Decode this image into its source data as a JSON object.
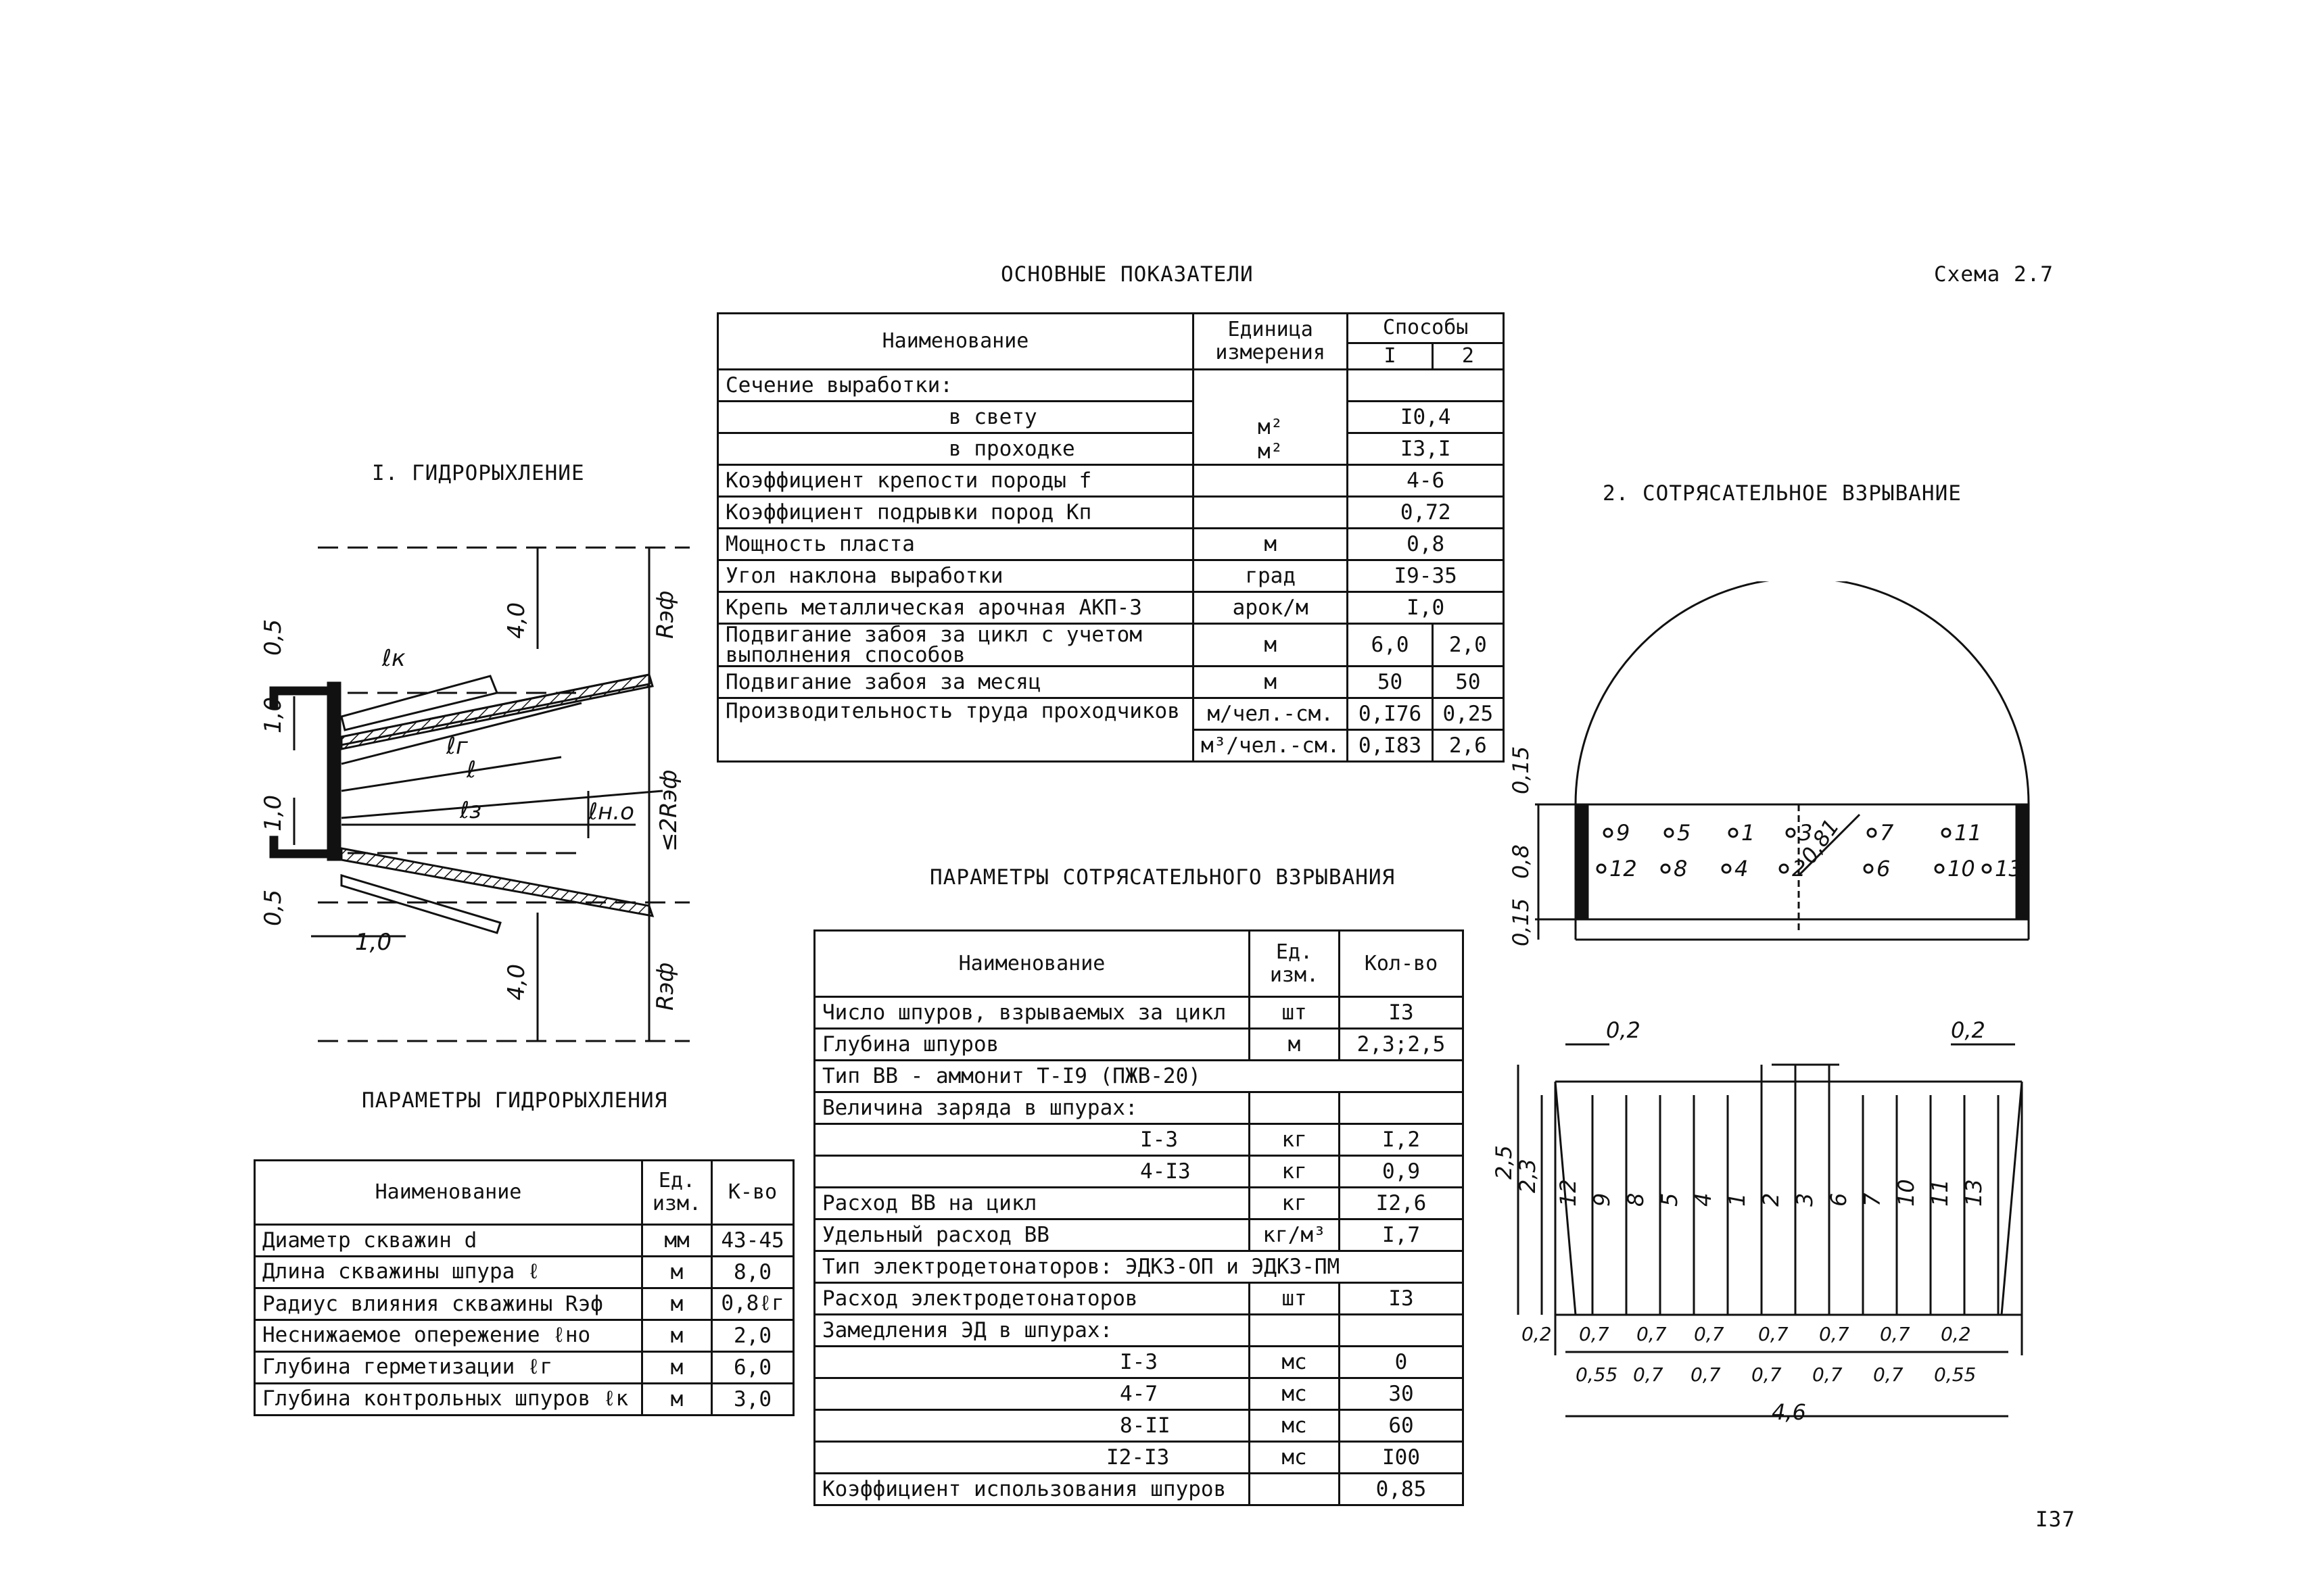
{
  "page": {
    "scheme_label": "Схема 2.7",
    "page_number": "I37"
  },
  "main_table": {
    "title": "ОСНОВНЫЕ ПОКАЗАТЕЛИ",
    "headers": {
      "name": "Наименование",
      "unit": "Единица измерения",
      "methods": "Способы",
      "m1": "I",
      "m2": "2"
    },
    "rows": [
      {
        "name": "Сечение выработки:",
        "unit": "",
        "v1": "",
        "v2": ""
      },
      {
        "name": "в свету",
        "unit": "м²",
        "v1": "I0,4",
        "v2": ""
      },
      {
        "name": "в проходке",
        "unit": "м²",
        "v1": "I3,I",
        "v2": ""
      },
      {
        "name": "Коэффициент крепости породы f",
        "unit": "",
        "v1": "4-6",
        "v2": ""
      },
      {
        "name": "Коэффициент подрывки пород Kп",
        "unit": "",
        "v1": "0,72",
        "v2": ""
      },
      {
        "name": "Мощность пласта",
        "unit": "м",
        "v1": "0,8",
        "v2": ""
      },
      {
        "name": "Угол наклона выработки",
        "unit": "град",
        "v1": "I9-35",
        "v2": ""
      },
      {
        "name": "Крепь металлическая арочная АКП-3",
        "unit": "арок/м",
        "v1": "I,0",
        "v2": ""
      },
      {
        "name": "Подвигание забоя за цикл с учетом",
        "name2": "выполнения способов",
        "unit": "м",
        "v1": "6,0",
        "v2": "2,0"
      },
      {
        "name": "Подвигание забоя за месяц",
        "unit": "м",
        "v1": "50",
        "v2": "50"
      },
      {
        "name": "Производительность труда проходчиков",
        "unit": "м/чел.-см.",
        "v1": "0,I76",
        "v2": "0,25"
      },
      {
        "name": "",
        "unit": "м³/чел.-см.",
        "v1": "0,I83",
        "v2": "2,6"
      }
    ]
  },
  "hydro": {
    "title": "I. ГИДРОРЫХЛЕНИЕ",
    "labels": {
      "dim_05_top": "0,5",
      "dim_10_top": "1,0",
      "dim_10_bot": "1,0",
      "dim_05_bot": "0,5",
      "dim_10_horiz": "1,0",
      "dim_40_top": "4,0",
      "dim_40_bot": "4,0",
      "lk": "ℓк",
      "lr": "ℓг",
      "l": "ℓ",
      "lz": "ℓз",
      "lno": "ℓн.о",
      "rzf_top": "Rэф",
      "rzf_mid": "≤2Rэф",
      "rzf_bot": "Rэф"
    }
  },
  "hydro_table": {
    "title": "ПАРАМЕТРЫ ГИДРОРЫХЛЕНИЯ",
    "headers": {
      "name": "Наименование",
      "unit": "Ед. изм.",
      "qty": "К-во"
    },
    "rows": [
      {
        "name": "Диаметр скважин d",
        "unit": "мм",
        "qty": "43-45"
      },
      {
        "name": "Длина скважины шпура ℓ",
        "unit": "м",
        "qty": "8,0"
      },
      {
        "name": "Радиус влияния скважины Rэф",
        "unit": "м",
        "qty": "0,8ℓг"
      },
      {
        "name": "Неснижаемое опережение ℓно",
        "unit": "м",
        "qty": "2,0"
      },
      {
        "name": "Глубина герметизации ℓг",
        "unit": "м",
        "qty": "6,0"
      },
      {
        "name": "Глубина контрольных шпуров ℓк",
        "unit": "м",
        "qty": "3,0"
      }
    ]
  },
  "blast_table": {
    "title": "ПАРАМЕТРЫ СОТРЯСАТЕЛЬНОГО ВЗРЫВАНИЯ",
    "headers": {
      "name": "Наименование",
      "unit": "Ед. изм.",
      "qty": "Кол-во"
    },
    "rows": [
      {
        "name": "Число шпуров, взрываемых за цикл",
        "unit": "шт",
        "qty": "I3"
      },
      {
        "name": "Глубина шпуров",
        "unit": "м",
        "qty": "2,3;2,5"
      },
      {
        "name": "Тип ВВ - аммонит Т-I9 (ПЖВ-20)",
        "unit": "",
        "qty": "",
        "span": true
      },
      {
        "name": "Величина заряда в шпурах:",
        "unit": "",
        "qty": ""
      },
      {
        "name": "I-3",
        "unit": "кг",
        "qty": "I,2",
        "sub": true
      },
      {
        "name": "4-I3",
        "unit": "кг",
        "qty": "0,9",
        "sub": true
      },
      {
        "name": "Расход ВВ на цикл",
        "unit": "кг",
        "qty": "I2,6"
      },
      {
        "name": "Удельный расход ВВ",
        "unit": "кг/м³",
        "qty": "I,7"
      },
      {
        "name": "Тип электродетонаторов:  ЭДКЗ-ОП и ЭДКЗ-ПМ",
        "unit": "",
        "qty": "",
        "span": true
      },
      {
        "name": "Расход электродетонаторов",
        "unit": "шт",
        "qty": "I3"
      },
      {
        "name": "Замедления ЭД в шпурах:",
        "unit": "",
        "qty": ""
      },
      {
        "name": "I-3",
        "unit": "мс",
        "qty": "0",
        "sub": true
      },
      {
        "name": "4-7",
        "unit": "мс",
        "qty": "30",
        "sub": true
      },
      {
        "name": "8-II",
        "unit": "мс",
        "qty": "60",
        "sub": true
      },
      {
        "name": "I2-I3",
        "unit": "мс",
        "qty": "I00",
        "sub": true
      },
      {
        "name": "Коэффициент использования шпуров",
        "unit": "",
        "qty": "0,85"
      }
    ]
  },
  "blasting": {
    "title": "2. СОТРЯСАТЕЛЬНОЕ ВЗРЫВАНИЕ",
    "face_labels": {
      "d015_top": "0,15",
      "d08": "0,8",
      "d015_bot": "0,15",
      "d081": "0,81"
    },
    "holes_top": [
      "9",
      "5",
      "1",
      "3",
      "7",
      "11"
    ],
    "holes_bot": [
      "12",
      "8",
      "4",
      "2",
      "6",
      "10",
      "13"
    ],
    "section": {
      "d02_left": "0,2",
      "d02_right": "0,2",
      "d25": "2,5",
      "d23": "2,3",
      "hole_nums": [
        "12",
        "9",
        "8",
        "5",
        "4",
        "1",
        "2",
        "3",
        "6",
        "7",
        "10",
        "11",
        "13"
      ],
      "spacing_top": [
        "0,2",
        "0,7",
        "0,7",
        "0,7",
        "0,7",
        "0,7",
        "0,7",
        "0,2"
      ],
      "spacing_bot": [
        "0,55",
        "0,7",
        "0,7",
        "0,7",
        "0,7",
        "0,7",
        "0,55"
      ],
      "total": "4,6"
    }
  }
}
